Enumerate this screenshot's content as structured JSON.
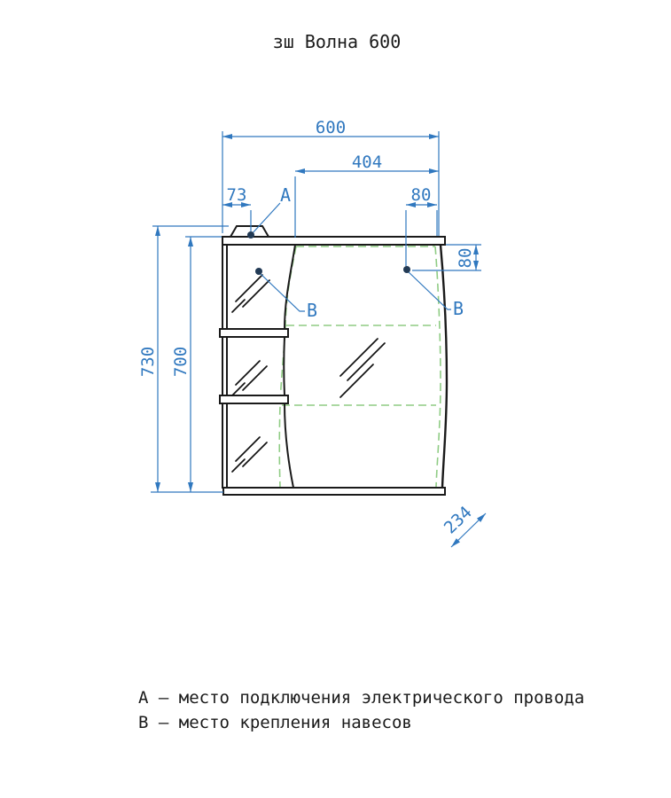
{
  "title": "зш Волна 600",
  "drawing": {
    "type": "furniture-dimension-drawing",
    "subject": "mirror cabinet front view",
    "dimensions_mm": {
      "total_width": "600",
      "door_width": "404",
      "lamp_offset_left": "73",
      "hinge_inset_right": "80",
      "hinge_drop_top": "80",
      "total_height": "730",
      "body_height": "700",
      "depth": "234"
    },
    "markers": {
      "a_label": "А",
      "b_label": "В"
    },
    "colors": {
      "dimension_blue": "#3078bf",
      "door_dashed_green": "#8fcc84",
      "outline_black": "#1a1a1a",
      "point_marker": "#223a55",
      "background": "#ffffff"
    }
  },
  "legend": [
    "А – место подключения электрического провода",
    "В – место крепления навесов"
  ]
}
